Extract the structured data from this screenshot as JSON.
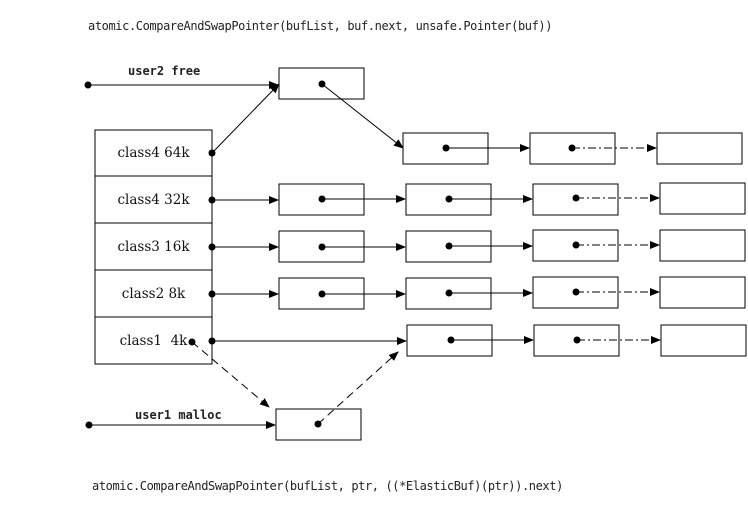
{
  "code_top": "atomic.CompareAndSwapPointer(bufList, buf.next, unsafe.Pointer(buf))",
  "code_bottom": "atomic.CompareAndSwapPointer(bufList, ptr, ((*ElasticBuf)(ptr)).next)",
  "user2_label": "user2 free",
  "user1_label": "user1 malloc",
  "size_classes": [
    "class4 64k",
    "class4 32k",
    "class3 16k",
    "class2 8k",
    "class1  4k"
  ],
  "colors": {
    "line": "#000000",
    "text": "#222222",
    "background": "#ffffff"
  }
}
